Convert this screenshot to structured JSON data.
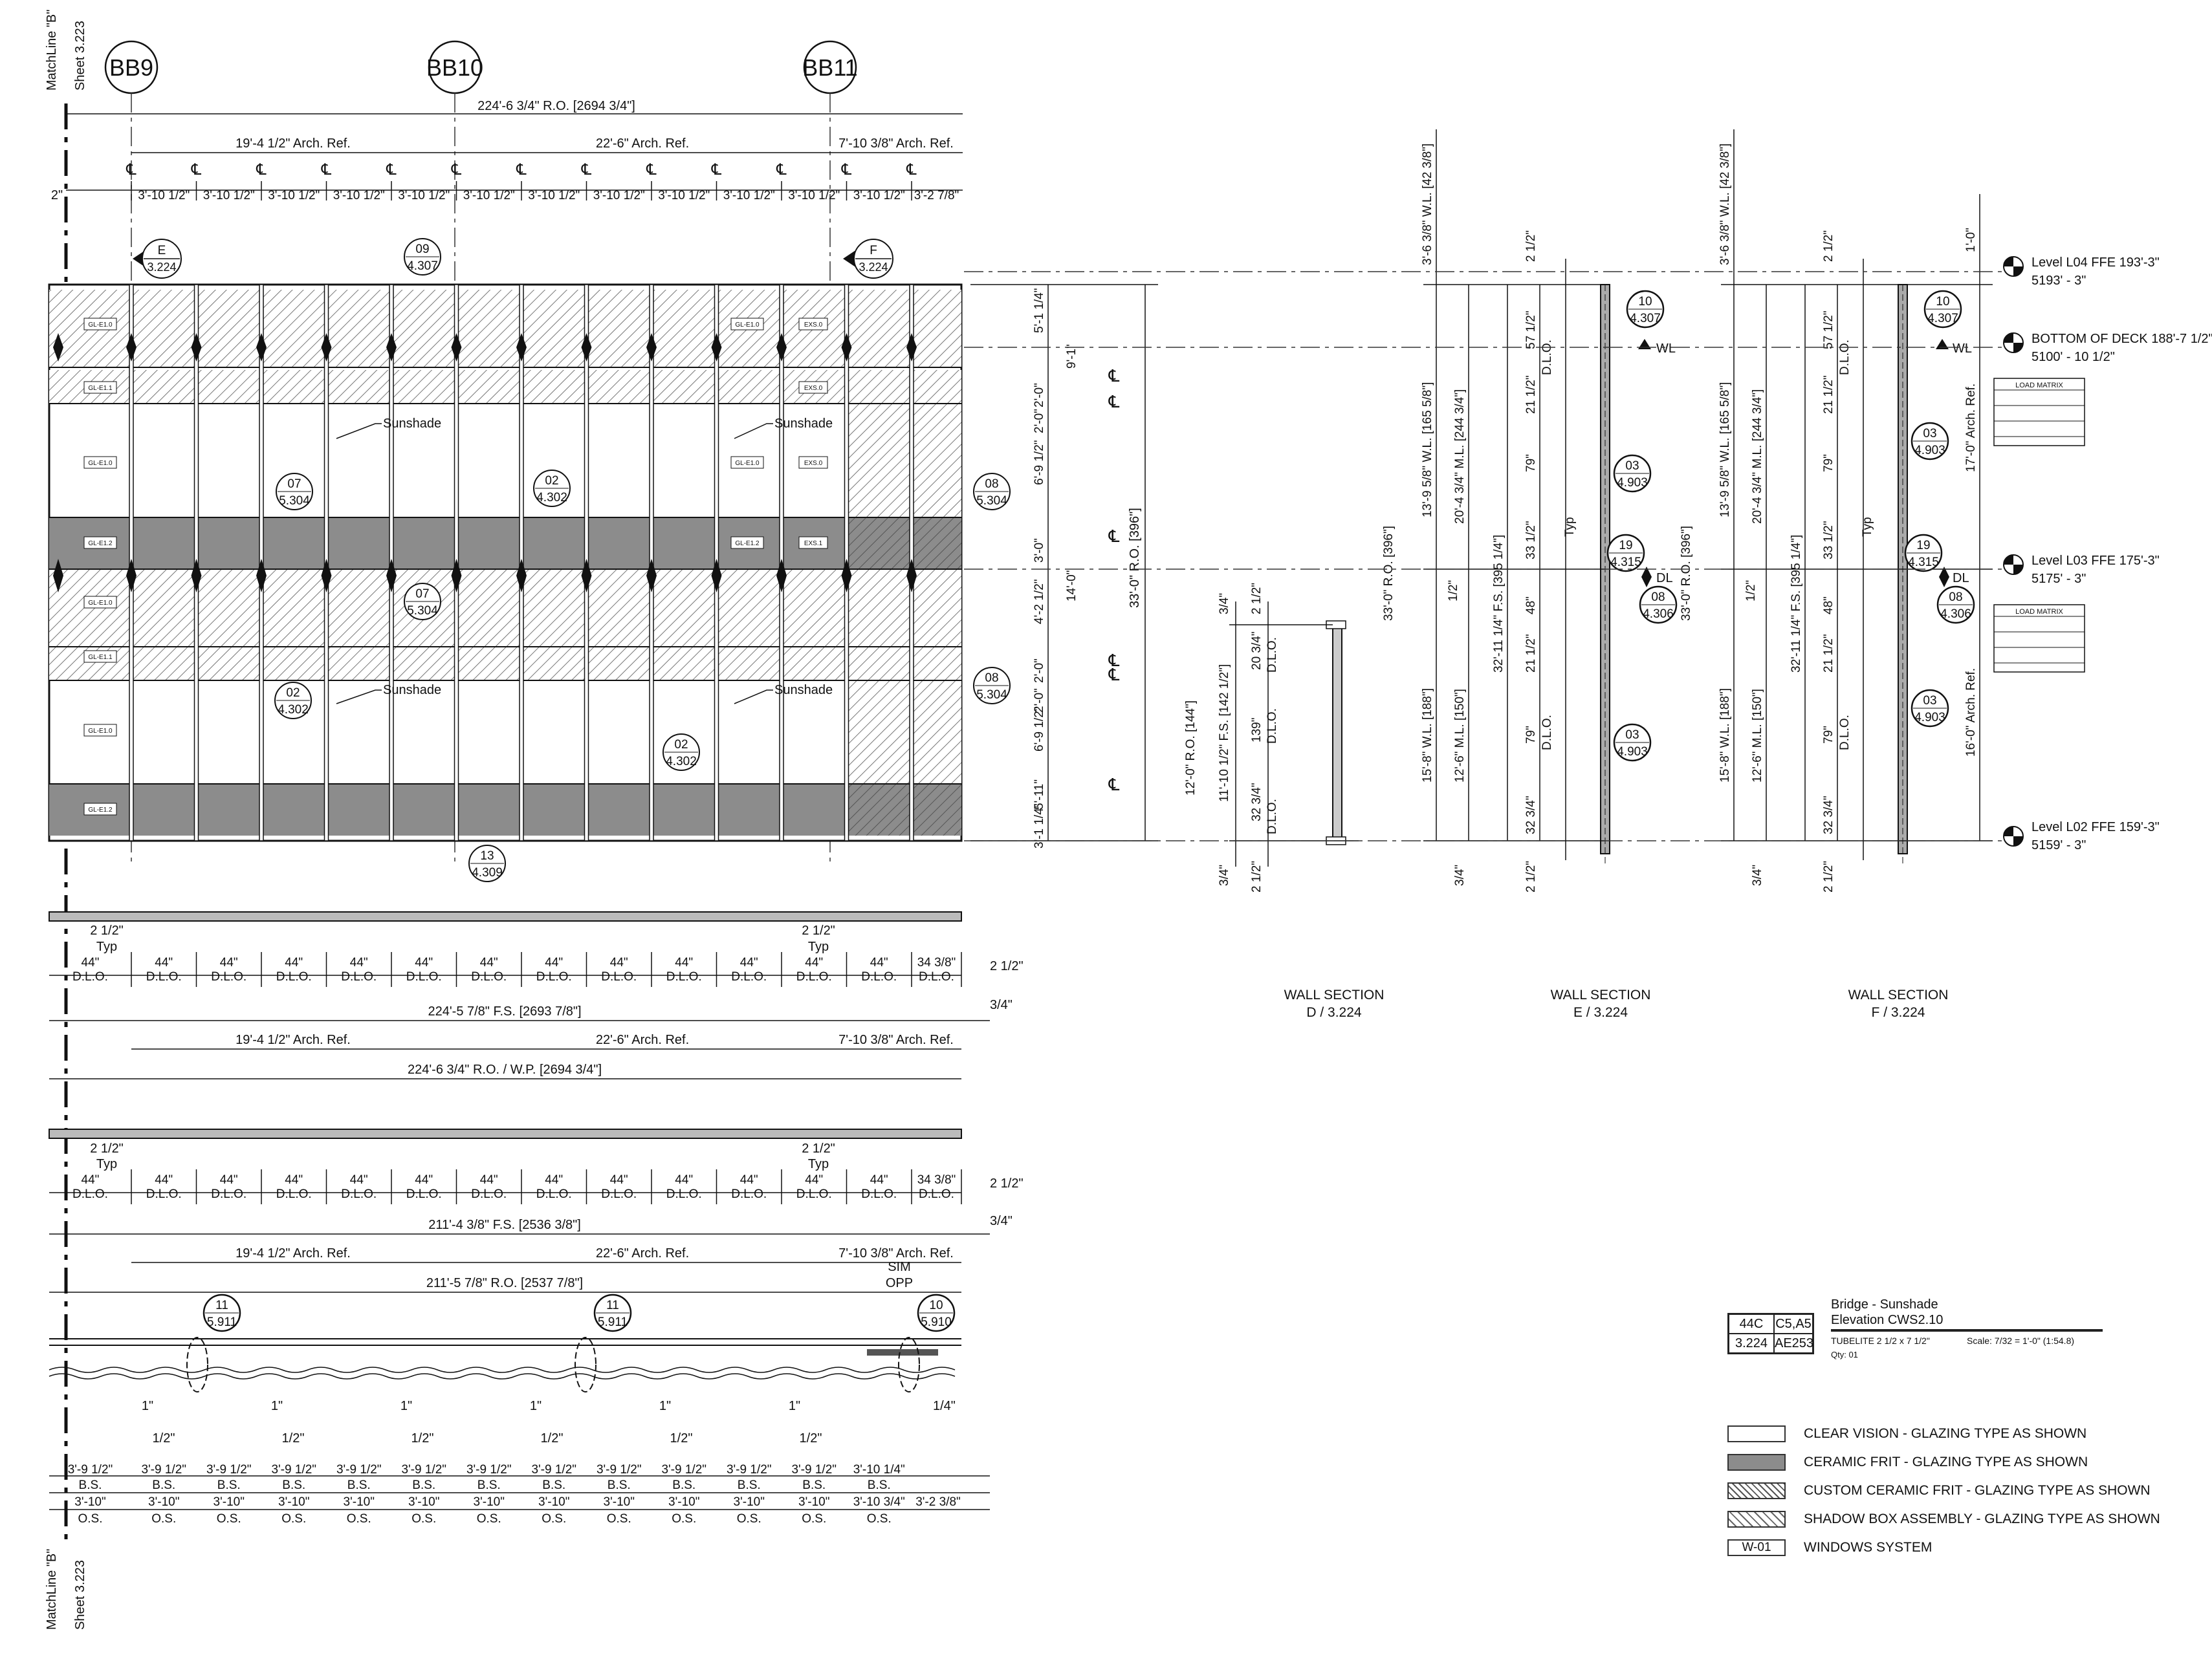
{
  "match_line": {
    "top_label": "MatchLine \"B\"",
    "top_sheet": "Sheet 3.223",
    "bottom_label": "MatchLine \"B\"",
    "bottom_sheet": "Sheet 3.223"
  },
  "grid_bubbles": [
    "BB9",
    "BB10",
    "BB11"
  ],
  "top_dims": {
    "overall": "224'-6 3/4\" R.O. [2694 3/4\"]",
    "arch_refs": [
      "19'-4 1/2\" Arch. Ref.",
      "22'-6\" Arch. Ref.",
      "7'-10 3/8\" Arch. Ref."
    ],
    "cl_symbol": "℄",
    "bay_first": "2\"",
    "bay_std": "3'-10 1/2\"",
    "bay_last": "3'-2 7/8\""
  },
  "elevation": {
    "section_markers": [
      {
        "id": "E",
        "sheet": "3.224"
      },
      {
        "id": "F",
        "sheet": "3.224"
      }
    ],
    "callouts": [
      {
        "num": "09",
        "sheet": "4.307"
      },
      {
        "num": "07",
        "sheet": "5.304"
      },
      {
        "num": "02",
        "sheet": "4.302"
      },
      {
        "num": "08",
        "sheet": "5.304"
      },
      {
        "num": "07",
        "sheet": "5.304"
      },
      {
        "num": "02",
        "sheet": "4.302"
      },
      {
        "num": "08",
        "sheet": "5.304"
      },
      {
        "num": "02",
        "sheet": "4.302"
      },
      {
        "num": "13",
        "sheet": "4.309"
      }
    ],
    "sunshade_label": "Sunshade",
    "glaze_tags": [
      "GL-E1.0",
      "GL-E1.1",
      "GL-E1.2",
      "EXS.0",
      "EXS.1"
    ]
  },
  "right_dims": {
    "vertical": [
      "5'-1 1/4\"",
      "9'-1\"",
      "2'-0\"",
      "2'-0\"",
      "6'-9 1/2\"",
      "3'-0\"",
      "14'-0\"",
      "4'-2 1/2\"",
      "2'-0\"",
      "2'-0\"",
      "6'-9 1/2\"",
      "5'-11\"",
      "3'-1 1/4\""
    ],
    "overall": "33'-0\" R.O. [396\"]",
    "cl_symbol": "℄"
  },
  "sections": [
    {
      "title": "WALL SECTION",
      "ref": "D / 3.224",
      "dims": [
        "3/4\"",
        "2 1/2\"",
        "20 3/4\"",
        "D.L.O.",
        "12'-0\" R.O. [144\"]",
        "11'-10 1/2\" F.S. [142 1/2\"]",
        "139\"",
        "D.L.O.",
        "32 3/4\"",
        "D.L.O.",
        "3/4\"",
        "2 1/2\""
      ]
    },
    {
      "title": "WALL SECTION",
      "ref": "E / 3.224",
      "dims": [
        "3'-6 3/8\" W.L. [42 3/8\"]",
        "13'-9 5/8\" W.L. [165 5/8\"]",
        "33'-0\" R.O. [396\"]",
        "20'-4 3/4\" M.L. [244 3/4\"]",
        "32'-11 1/4\" F.S. [395 1/4\"]",
        "15'-8\" W.L. [188\"]",
        "12'-6\" M.L. [150\"]",
        "2 1/2\"",
        "57 1/2\"",
        "21 1/2\"",
        "79\"",
        "33 1/2\"",
        "48\"",
        "21 1/2\"",
        "79\"",
        "32 3/4\"",
        "2 1/2\"",
        "1/2\"",
        "3/4\"",
        "D.L.O.",
        "Typ"
      ],
      "callouts": [
        {
          "num": "10",
          "sheet": "4.307"
        },
        {
          "num": "03",
          "sheet": "4.903"
        },
        {
          "num": "19",
          "sheet": "4.315"
        },
        {
          "num": "08",
          "sheet": "4.306"
        },
        {
          "num": "03",
          "sheet": "4.903"
        }
      ],
      "marks": [
        "WL",
        "DL"
      ]
    },
    {
      "title": "WALL SECTION",
      "ref": "F / 3.224",
      "dims": [
        "3'-6 3/8\" W.L. [42 3/8\"]",
        "13'-9 5/8\" W.L. [165 5/8\"]",
        "33'-0\" R.O. [396\"]",
        "20'-4 3/4\" M.L. [244 3/4\"]",
        "32'-11 1/4\" F.S. [395 1/4\"]",
        "15'-8\" W.L. [188\"]",
        "12'-6\" M.L. [150\"]",
        "2 1/2\"",
        "57 1/2\"",
        "21 1/2\"",
        "79\"",
        "33 1/2\"",
        "48\"",
        "21 1/2\"",
        "79\"",
        "32 3/4\"",
        "1'-0\"",
        "17'-0\" Arch. Ref.",
        "16'-0\" Arch. Ref.",
        "1/2\"",
        "3/4\"",
        "D.L.O.",
        "Typ"
      ],
      "callouts": [
        {
          "num": "10",
          "sheet": "4.307"
        },
        {
          "num": "03",
          "sheet": "4.903"
        },
        {
          "num": "19",
          "sheet": "4.315"
        },
        {
          "num": "08",
          "sheet": "4.306"
        },
        {
          "num": "03",
          "sheet": "4.903"
        }
      ],
      "marks": [
        "WL",
        "DL"
      ],
      "load_matrix": "LOAD MATRIX"
    }
  ],
  "levels": [
    {
      "name": "Level L04 FFE 193'-3\"",
      "value": "5193' - 3\""
    },
    {
      "name": "BOTTOM OF DECK 188'-7 1/2\"",
      "value": "5100' - 10 1/2\""
    },
    {
      "name": "Level L03 FFE 175'-3\"",
      "value": "5175' - 3\""
    },
    {
      "name": "Level L02 FFE 159'-3\"",
      "value": "5159' - 3\""
    }
  ],
  "plan1": {
    "typ": "2 1/2\"",
    "typ_label": "Typ",
    "dlo": "44\"",
    "dlo_last": "34 3/8\"",
    "dlo_label": "D.L.O.",
    "right": [
      "2 1/2\"",
      "3/4\""
    ],
    "fs": "224'-5 7/8\" F.S. [2693 7/8\"]",
    "arch_refs": [
      "19'-4 1/2\" Arch. Ref.",
      "22'-6\" Arch. Ref.",
      "7'-10 3/8\" Arch. Ref."
    ],
    "ro": "224'-6 3/4\" R.O. / W.P. [2694 3/4\"]"
  },
  "plan2": {
    "typ": "2 1/2\"",
    "typ_label": "Typ",
    "dlo": "44\"",
    "dlo_last": "34 3/8\"",
    "dlo_label": "D.L.O.",
    "right": [
      "2 1/2\"",
      "3/4\""
    ],
    "fs": "211'-4 3/8\" F.S. [2536 3/8\"]",
    "arch_refs": [
      "19'-4 1/2\" Arch. Ref.",
      "22'-6\" Arch. Ref.",
      "7'-10 3/8\" Arch. Ref."
    ],
    "ro": "211'-5 7/8\" R.O. [2537 7/8\"]"
  },
  "plan3": {
    "callouts": [
      {
        "num": "11",
        "sheet": "5.911"
      },
      {
        "num": "11",
        "sheet": "5.911"
      },
      {
        "num": "10",
        "sheet": "5.910"
      }
    ],
    "sim": "SIM",
    "opp": "OPP",
    "one": "1\"",
    "half": "1/2\"",
    "quarter": "1/4\"",
    "bs_first": "3'-9 1/2\"",
    "bs_label": "B.S.",
    "os": "3'-10\"",
    "os_label": "O.S.",
    "bs_last": "3'-10 1/4\"",
    "os_last": "3'-10 3/4\"",
    "end": "3'-2 3/8\""
  },
  "title_block": {
    "cells": [
      "44C",
      "C5,A5",
      "3.224",
      "AE253"
    ],
    "line1": "Bridge - Sunshade",
    "line2": "Elevation CWS2.10",
    "system": "TUBELITE 2 1/2 x 7 1/2\"",
    "scale": "Scale: 7/32 = 1'-0\" (1:54.8)",
    "qty": "Qty: 01"
  },
  "legend": [
    {
      "swatch": "clear",
      "text": "CLEAR VISION - GLAZING TYPE AS SHOWN"
    },
    {
      "swatch": "frit",
      "text": "CERAMIC FRIT - GLAZING TYPE AS SHOWN"
    },
    {
      "swatch": "custom",
      "text": "CUSTOM CERAMIC FRIT - GLAZING TYPE AS SHOWN"
    },
    {
      "swatch": "shadow",
      "text": "SHADOW BOX ASSEMBLY - GLAZING TYPE AS SHOWN"
    },
    {
      "swatch": "tag",
      "tag": "W-01",
      "text": "WINDOWS SYSTEM"
    }
  ]
}
